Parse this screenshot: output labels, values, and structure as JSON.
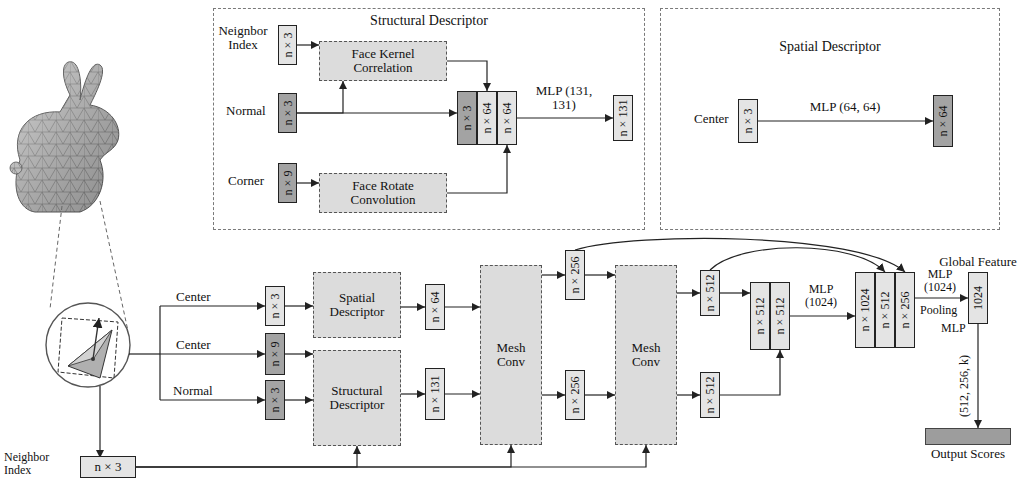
{
  "diagram": {
    "nodes": [
      {
        "text": [
          "Structural Descriptor"
        ]
      },
      {
        "text": [
          "n × 3"
        ],
        "in": 0
      },
      {
        "text": [
          "n × 3"
        ],
        "in": 0
      },
      {
        "text": [
          "n × 9"
        ],
        "in": 0
      },
      {
        "text": [
          "Face Kernel Correlation"
        ],
        "in": 0
      },
      {
        "text": [
          "Face Rotate Convolution"
        ],
        "in": 0
      },
      {
        "text": [
          "n × 3"
        ],
        "in": 0
      },
      {
        "text": [
          "n × 64"
        ],
        "in": 0
      },
      {
        "text": [
          "n × 64"
        ],
        "in": 0
      },
      {
        "text": [
          "n × 131"
        ],
        "in": 0
      },
      {
        "text": [
          "Spatial Descriptor"
        ]
      },
      {
        "text": [
          "n × 3"
        ],
        "in": 10
      },
      {
        "text": [
          "n × 64"
        ],
        "in": 10
      },
      {
        "text": [
          "n × 3"
        ]
      },
      {
        "text": [
          "Spatial Descriptor"
        ]
      },
      {
        "text": [
          "n × 9"
        ]
      },
      {
        "text": [
          "n × 3"
        ]
      },
      {
        "text": [
          "Structural Descriptor"
        ]
      },
      {
        "text": [
          "n × 64"
        ]
      },
      {
        "text": [
          "n × 131"
        ]
      },
      {
        "text": [
          "Mesh Conv"
        ]
      },
      {
        "text": [
          "n × 256"
        ]
      },
      {
        "text": [
          "n × 256"
        ]
      },
      {
        "text": [
          "Mesh Conv"
        ]
      },
      {
        "text": [
          "n × 512"
        ]
      },
      {
        "text": [
          "n × 512"
        ]
      },
      {
        "text": [
          "n × 512"
        ]
      },
      {
        "text": [
          "n × 512"
        ]
      },
      {
        "text": [
          "n × 1024"
        ]
      },
      {
        "text": [
          "n × 512"
        ]
      },
      {
        "text": [
          "n × 256"
        ]
      },
      {
        "text": [
          "Global Feature",
          "1024"
        ]
      },
      {
        "text": [
          "Output Scores"
        ]
      },
      {
        "text": [
          "n × 3"
        ]
      }
    ],
    "edges": [
      {
        "from": 1,
        "to": 4,
        "arrow": "to"
      },
      {
        "from": 2,
        "to": 4,
        "arrow": "to"
      },
      {
        "from": 2,
        "to": 6,
        "arrow": "to"
      },
      {
        "from": 3,
        "to": 5,
        "arrow": "to"
      },
      {
        "from": 4,
        "to": 7,
        "arrow": "to"
      },
      {
        "from": 5,
        "to": 8,
        "arrow": "to"
      },
      {
        "from": 8,
        "to": 9,
        "arrow": "to"
      },
      {
        "from": 11,
        "to": 12,
        "arrow": "to"
      },
      {
        "from": 13,
        "to": 14,
        "arrow": "to"
      },
      {
        "from": 15,
        "to": 17,
        "arrow": "to"
      },
      {
        "from": 16,
        "to": 17,
        "arrow": "to"
      },
      {
        "from": 33,
        "to": 17,
        "arrow": "to"
      },
      {
        "from": 33,
        "to": 20,
        "arrow": "to"
      },
      {
        "from": 33,
        "to": 23,
        "arrow": "to"
      },
      {
        "from": 14,
        "to": 18,
        "arrow": "to"
      },
      {
        "from": 17,
        "to": 19,
        "arrow": "to"
      },
      {
        "from": 18,
        "to": 20,
        "arrow": "to"
      },
      {
        "from": 19,
        "to": 20,
        "arrow": "to"
      },
      {
        "from": 20,
        "to": 21,
        "arrow": "to"
      },
      {
        "from": 20,
        "to": 22,
        "arrow": "to"
      },
      {
        "from": 21,
        "to": 23,
        "arrow": "to"
      },
      {
        "from": 22,
        "to": 23,
        "arrow": "to"
      },
      {
        "from": 23,
        "to": 24,
        "arrow": "to"
      },
      {
        "from": 23,
        "to": 25,
        "arrow": "to"
      },
      {
        "from": 24,
        "to": 26,
        "arrow": "to"
      },
      {
        "from": 25,
        "to": 27,
        "arrow": "to"
      },
      {
        "from": 27,
        "to": 28,
        "arrow": "to"
      },
      {
        "from": 21,
        "to": 30,
        "arrow": "to"
      },
      {
        "from": 24,
        "to": 29,
        "arrow": "to"
      },
      {
        "from": 30,
        "to": 31,
        "arrow": "to"
      },
      {
        "from": 31,
        "to": 32,
        "arrow": "to"
      }
    ],
    "labels": [
      "Neignbor Index",
      "Normal",
      "Corner",
      "MLP (131, 131)",
      "Center",
      "MLP (64, 64)",
      "Center",
      "Center",
      "Normal",
      "MLP (1024)",
      "MLP (1024)",
      "Pooling",
      "MLP",
      "(512, 256, k)",
      "Neighbor Index"
    ]
  }
}
